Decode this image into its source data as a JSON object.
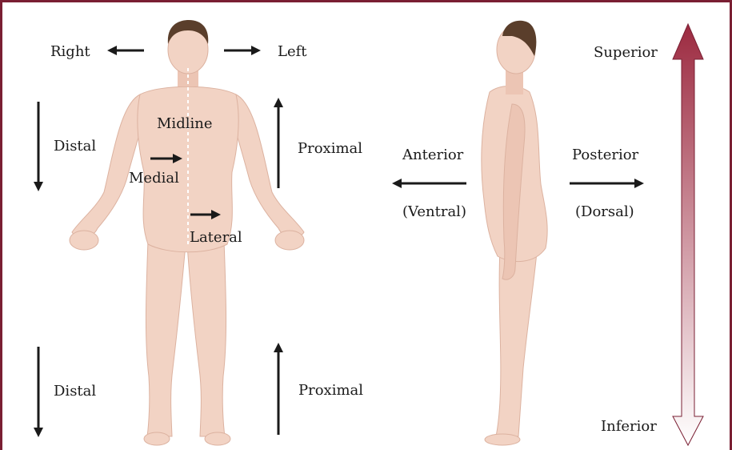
{
  "labels": {
    "right": "Right",
    "left": "Left",
    "midline": "Midline",
    "medial": "Medial",
    "lateral": "Lateral",
    "distal_upper": "Distal",
    "distal_lower": "Distal",
    "proximal_upper": "Proximal",
    "proximal_lower": "Proximal",
    "anterior": "Anterior",
    "ventral": "(Ventral)",
    "posterior": "Posterior",
    "dorsal": "(Dorsal)",
    "superior": "Superior",
    "inferior": "Inferior"
  },
  "colors": {
    "frame": "#7a1f33",
    "skin": "#f2d3c4",
    "skin_shadow": "#e3b8a6",
    "hair": "#5a3e2b",
    "arrow": "#1a1a1a",
    "gradient_top": "#9c2a40",
    "gradient_bottom": "#ffffff"
  },
  "icons": {
    "front_figure": "human-front-view",
    "side_figure": "human-side-view"
  }
}
